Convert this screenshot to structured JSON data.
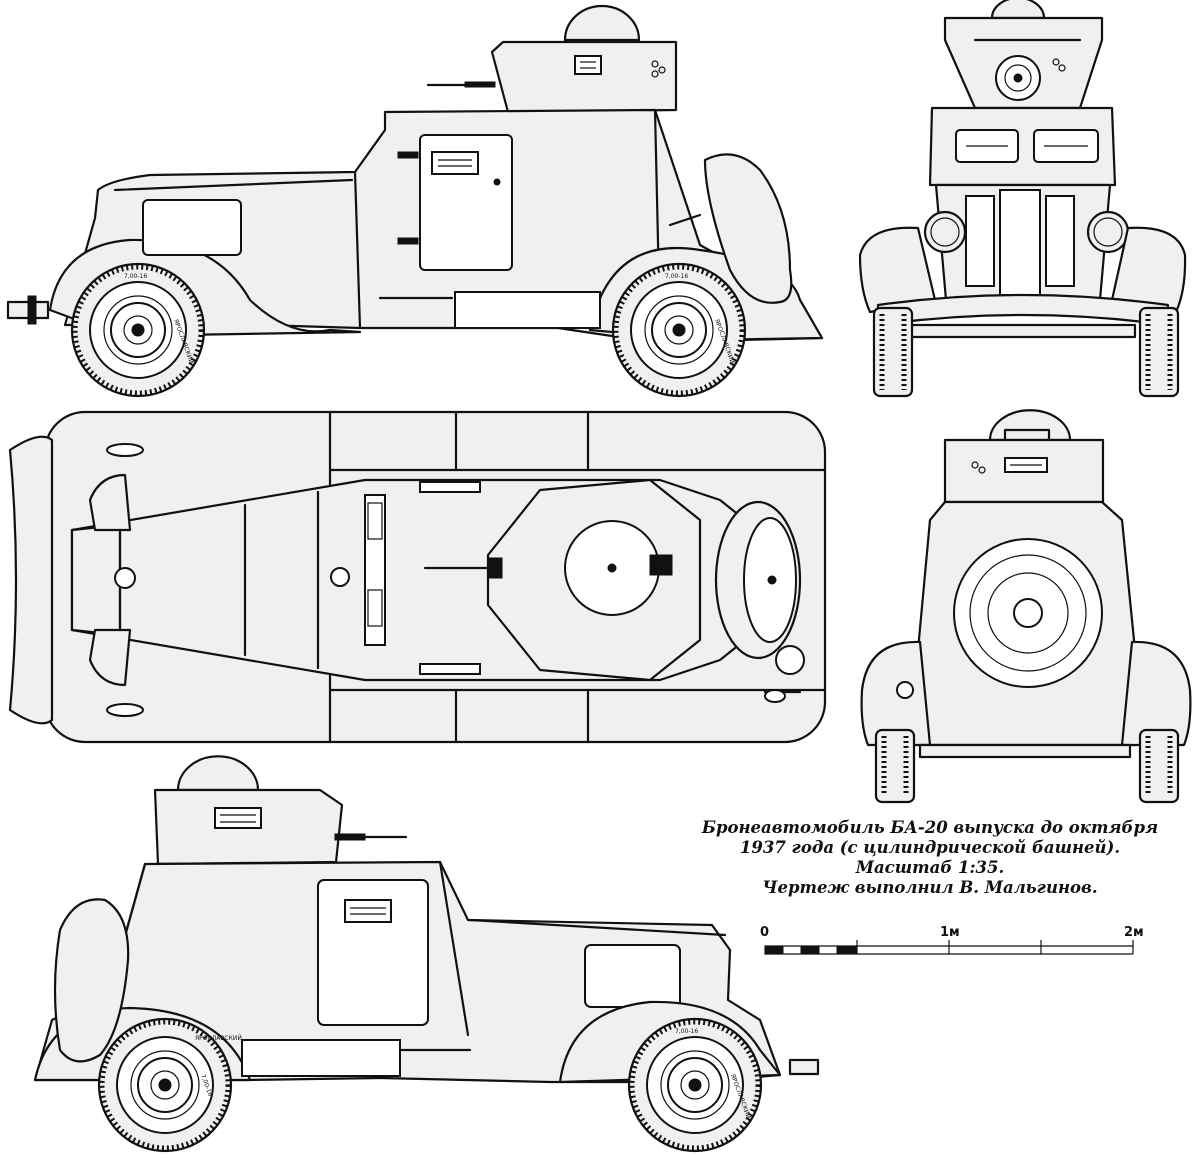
{
  "caption": {
    "line1": "Бронеавтомобиль БА-20 выпуска до октября",
    "line2": "1937 года (с цилиндрической башней).",
    "line3": "Масштаб 1:35.",
    "line4": "Чертеж выполнил В. Мальгинов."
  },
  "scale_bar": {
    "label_0": "0",
    "label_1": "1м",
    "label_2": "2м"
  },
  "tire_marking": {
    "brand": "ЯРОСЛАВСКИЙ",
    "size": "7,00-16"
  },
  "views": [
    "side-view-left",
    "front-view",
    "top-view",
    "rear-view",
    "side-view-right"
  ]
}
